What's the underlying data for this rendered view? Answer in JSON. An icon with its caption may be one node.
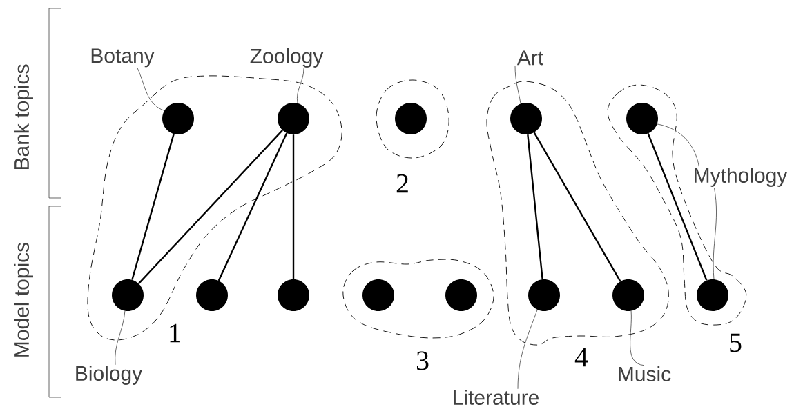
{
  "diagram": {
    "nodes": [
      {
        "text": [
          "Botany"
        ]
      },
      {
        "text": [
          "Zoology"
        ]
      },
      {
        "text": [
          "Art"
        ]
      },
      {
        "text": [
          "Mythology"
        ]
      },
      {
        "text": [
          "Biology"
        ]
      },
      {
        "text": [
          "Literature"
        ]
      },
      {
        "text": [
          "Music"
        ]
      },
      {
        "text": [],
        "shape": "blob",
        "beside": [
          "1"
        ]
      },
      {
        "text": [],
        "shape": "circle",
        "in": 7
      },
      {
        "text": [],
        "shape": "circle",
        "in": 7
      },
      {
        "text": [],
        "shape": "circle",
        "in": 7
      },
      {
        "text": [],
        "shape": "circle"
      },
      {
        "text": [],
        "shape": "circle"
      },
      {
        "text": [],
        "shape": "blob",
        "beside": [
          "2"
        ]
      },
      {
        "text": [],
        "shape": "circle",
        "in": 13
      },
      {
        "text": [],
        "shape": "blob",
        "beside": [
          "3"
        ]
      },
      {
        "text": [],
        "shape": "circle",
        "in": 15
      },
      {
        "text": [],
        "shape": "circle",
        "in": 15
      },
      {
        "text": [],
        "shape": "blob",
        "beside": [
          "4"
        ]
      },
      {
        "text": [],
        "shape": "circle",
        "in": 18
      },
      {
        "text": [],
        "shape": "circle",
        "in": 18
      },
      {
        "text": [],
        "shape": "circle",
        "in": 18
      },
      {
        "text": [],
        "shape": "blob",
        "beside": [
          "5"
        ]
      },
      {
        "text": [],
        "shape": "circle",
        "in": 22
      },
      {
        "text": [],
        "shape": "circle",
        "in": 22
      }
    ],
    "edges": [
      {
        "from": 8,
        "to": 10,
        "arrow": "none"
      },
      {
        "from": 9,
        "to": 10,
        "arrow": "none"
      },
      {
        "from": 9,
        "to": 11,
        "arrow": "none"
      },
      {
        "from": 9,
        "to": 12,
        "arrow": "none"
      },
      {
        "from": 19,
        "to": 20,
        "arrow": "none"
      },
      {
        "from": 19,
        "to": 21,
        "arrow": "none"
      },
      {
        "from": 23,
        "to": 24,
        "arrow": "none"
      },
      {
        "from": 0,
        "to": 8,
        "arrow": "none"
      },
      {
        "from": 1,
        "to": 9,
        "arrow": "none"
      },
      {
        "from": 2,
        "to": 19,
        "arrow": "none"
      },
      {
        "from": 3,
        "to": 23,
        "arrow": "none"
      },
      {
        "from": 3,
        "to": 24,
        "arrow": "none"
      },
      {
        "from": 4,
        "to": 10,
        "arrow": "none"
      },
      {
        "from": 5,
        "to": 20,
        "arrow": "none"
      },
      {
        "from": 6,
        "to": 21,
        "arrow": "none"
      }
    ],
    "labels": [
      "Bank topics",
      "Model topics"
    ]
  }
}
